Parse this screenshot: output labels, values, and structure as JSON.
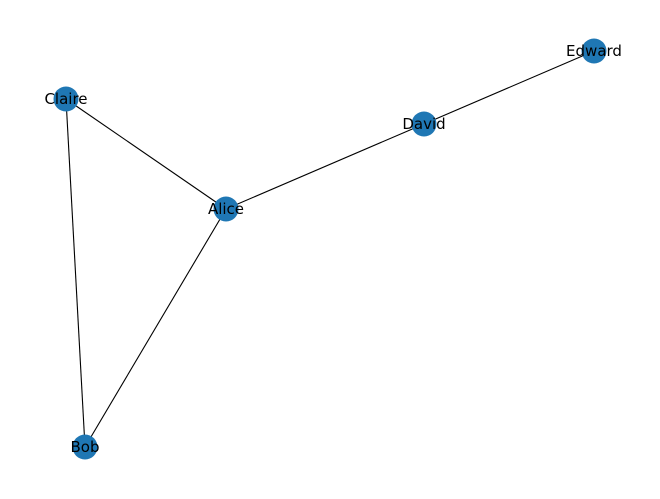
{
  "colors": {
    "node_fill": "#1f77b4",
    "edge_stroke": "#000000",
    "label_color": "#000000",
    "background": "#ffffff"
  },
  "graph": {
    "nodes": [
      {
        "id": "alice",
        "label": "Alice"
      },
      {
        "id": "bob",
        "label": "Bob"
      },
      {
        "id": "claire",
        "label": "Claire"
      },
      {
        "id": "david",
        "label": "David"
      },
      {
        "id": "edward",
        "label": "Edward"
      }
    ],
    "edges": [
      {
        "source": "claire",
        "target": "alice"
      },
      {
        "source": "claire",
        "target": "bob"
      },
      {
        "source": "alice",
        "target": "bob"
      },
      {
        "source": "alice",
        "target": "david"
      },
      {
        "source": "david",
        "target": "edward"
      }
    ]
  }
}
